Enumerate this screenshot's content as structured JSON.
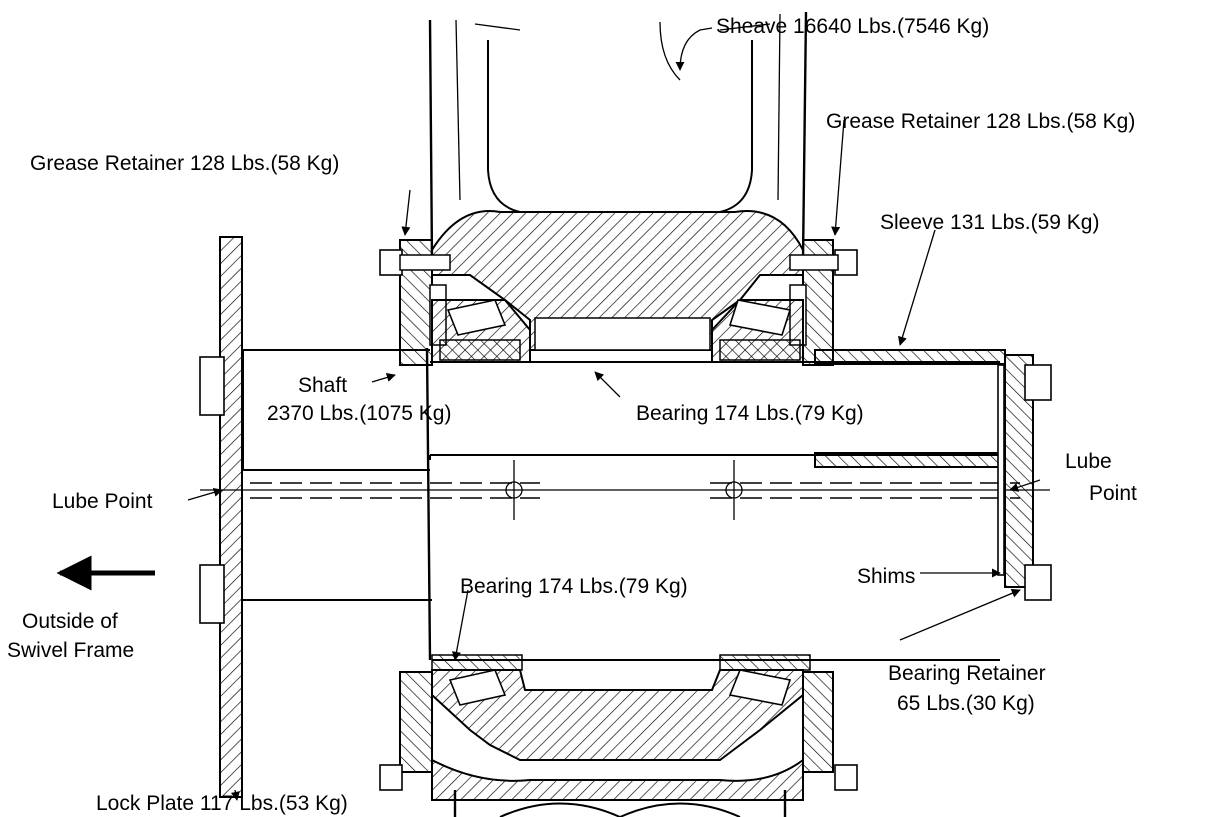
{
  "labels": {
    "sheave": "Sheave 16640 Lbs.(7546 Kg)",
    "grease_retainer_right": "Grease Retainer 128 Lbs.(58 Kg)",
    "grease_retainer_left": "Grease Retainer 128 Lbs.(58 Kg)",
    "sleeve": "Sleeve 131 Lbs.(59 Kg)",
    "shaft_line1": "Shaft",
    "shaft_line2": "2370 Lbs.(1075 Kg)",
    "bearing_upper": "Bearing 174 Lbs.(79 Kg)",
    "lube_right_line1": "Lube",
    "lube_right_line2": "Point",
    "lube_left": "Lube Point",
    "bearing_lower": "Bearing 174 Lbs.(79 Kg)",
    "shims": "Shims",
    "outside_line1": "Outside of",
    "outside_line2": "Swivel Frame",
    "bearing_retainer_line1": "Bearing Retainer",
    "bearing_retainer_line2": "65 Lbs.(30 Kg)",
    "lock_plate": "Lock Plate 117 Lbs.(53 Kg)"
  },
  "colors": {
    "ink": "#000000",
    "paper": "#ffffff"
  }
}
